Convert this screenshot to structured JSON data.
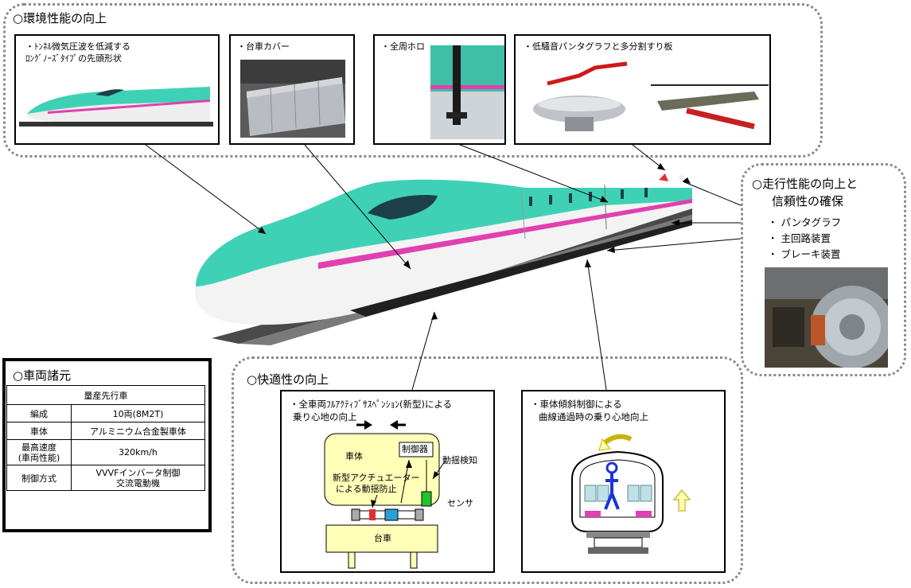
{
  "environment": {
    "title": "○環境性能の向上",
    "panels": [
      {
        "label_line1": "・ﾄﾝﾈﾙ微気圧波を低減する",
        "label_line2": "ﾛﾝｸﾞﾉｰｽﾞﾀｲﾌﾟの先頭形状"
      },
      {
        "label_line1": "・台車カバー"
      },
      {
        "label_line1": "・全周ホロ"
      },
      {
        "label_line1": "・低騒音パンタグラフと多分割すり板"
      }
    ]
  },
  "running": {
    "title_line1": "○走行性能の向上と",
    "title_line2": "信頼性の確保",
    "items": [
      "・ パンタグラフ",
      "・ 主回路装置",
      "・ ブレーキ装置"
    ]
  },
  "spec": {
    "title": "○車両諸元",
    "header": "量産先行車",
    "rows": [
      {
        "key": "編成",
        "value": "10両(8M2T)"
      },
      {
        "key": "車体",
        "value": "アルミニウム合金製車体"
      },
      {
        "key_line1": "最高速度",
        "key_line2": "(車両性能)",
        "value": "320km/h"
      },
      {
        "key": "制御方式",
        "value_line1": "VVVFインバータ制御",
        "value_line2": "交流電動機"
      }
    ]
  },
  "comfort": {
    "title": "○快適性の向上",
    "suspension": {
      "label_line1": "・全車両ﾌﾙｱｸﾃｨﾌﾞｻｽﾍﾟﾝｼｮﾝ(新型)による",
      "label_line2": "乗り心地の向上",
      "body": "車体",
      "controller": "制御器",
      "detect": "動揺検知",
      "actuator_line1": "新型アクチュエーター",
      "actuator_line2": "による動揺防止",
      "sensor": "センサ",
      "bogie": "台車"
    },
    "tilt": {
      "label_line1": "・車体傾斜制御による",
      "label_line2": "曲線通過時の乗り心地向上"
    }
  },
  "colors": {
    "train_green": "#3fd1b5",
    "train_pink": "#e040b0",
    "yellow_box": "#ffffb8",
    "sensor_green": "#22c22a"
  }
}
